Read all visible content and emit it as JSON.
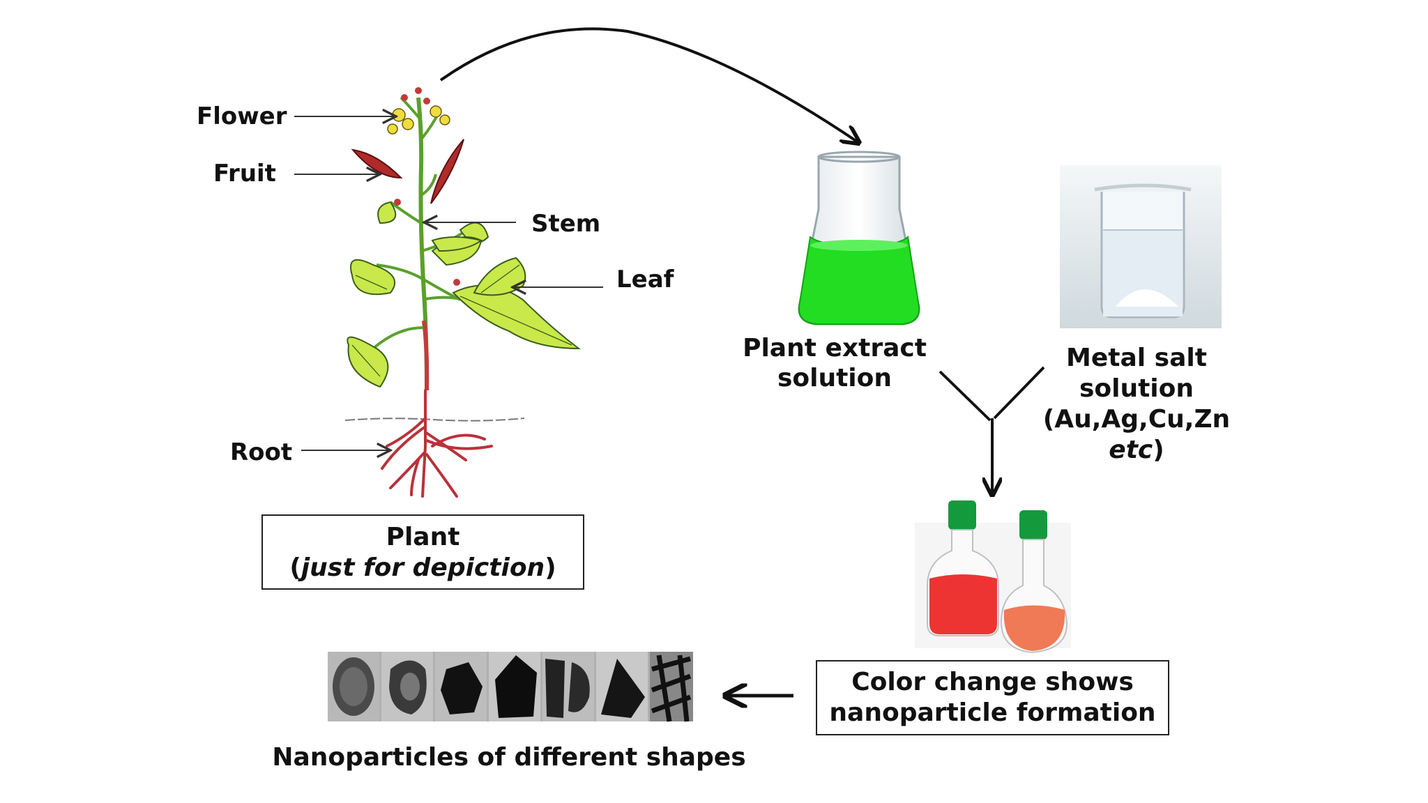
{
  "plant": {
    "parts": {
      "flower": "Flower",
      "fruit": "Fruit",
      "stem": "Stem",
      "leaf": "Leaf",
      "root": "Root"
    },
    "caption_title": "Plant",
    "caption_open": "(",
    "caption_italic": "just for depiction",
    "caption_close": ")"
  },
  "extract": {
    "label_line1": "Plant extract",
    "label_line2": "solution",
    "liquid_color": "#22dd22"
  },
  "metal_salt": {
    "label_line1": "Metal salt",
    "label_line2": "solution",
    "label_line3": "(Au,Ag,Cu,Zn",
    "label_italic": "etc",
    "label_close": ")"
  },
  "result": {
    "label_line1": "Color change shows",
    "label_line2": "nanoparticle formation",
    "liquid_color": "#ee3333",
    "cap_color": "#139a3c"
  },
  "nanoparticles": {
    "caption": "Nanoparticles of different shapes"
  },
  "colors": {
    "leaf": "#c9e84a",
    "stem": "#5aa02c",
    "root": "#c43a3a",
    "fruit": "#b02a2a"
  }
}
